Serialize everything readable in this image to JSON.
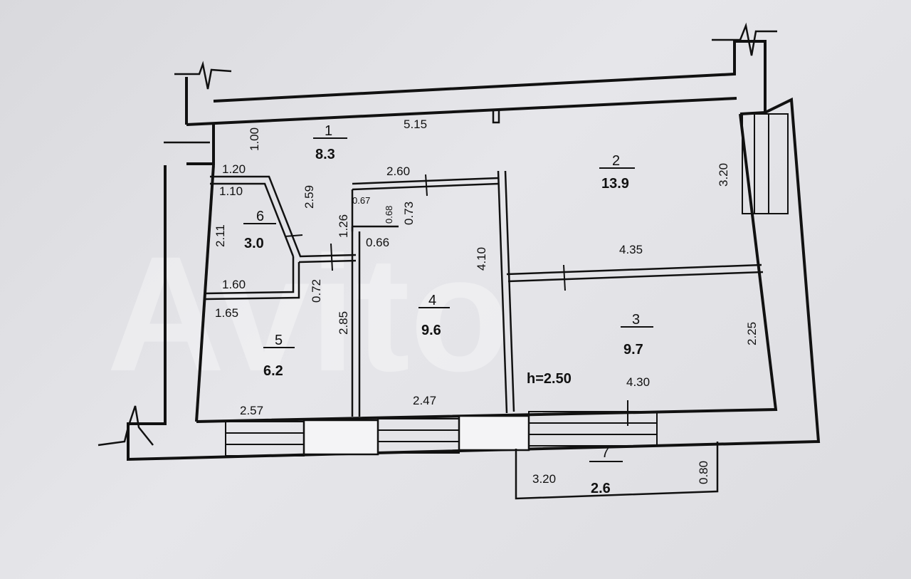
{
  "watermark": "Avito",
  "height_label": "h=2.50",
  "rooms": [
    {
      "id": "1",
      "number": "1",
      "area": "8.3"
    },
    {
      "id": "2",
      "number": "2",
      "area": "13.9"
    },
    {
      "id": "3",
      "number": "3",
      "area": "9.7"
    },
    {
      "id": "4",
      "number": "4",
      "area": "9.6"
    },
    {
      "id": "5",
      "number": "5",
      "area": "6.2"
    },
    {
      "id": "6",
      "number": "6",
      "area": "3.0"
    },
    {
      "id": "7",
      "number": "7",
      "area": "2.6"
    }
  ],
  "dimensions": {
    "d_5_15": "5.15",
    "d_1_00": "1.00",
    "d_1_20": "1.20",
    "d_1_10": "1.10",
    "d_2_59": "2.59",
    "d_2_60": "2.60",
    "d_0_67": "0.67",
    "d_0_68": "0.68",
    "d_0_73": "0.73",
    "d_1_26": "1.26",
    "d_2_11": "2.11",
    "d_0_66": "0.66",
    "d_4_10": "4.10",
    "d_4_35": "4.35",
    "d_3_20_right": "3.20",
    "d_1_60": "1.60",
    "d_0_72": "0.72",
    "d_1_65": "1.65",
    "d_2_85": "2.85",
    "d_2_25": "2.25",
    "d_4_30": "4.30",
    "d_2_57": "2.57",
    "d_2_47": "2.47",
    "d_3_20_balcony": "3.20",
    "d_0_80": "0.80"
  }
}
